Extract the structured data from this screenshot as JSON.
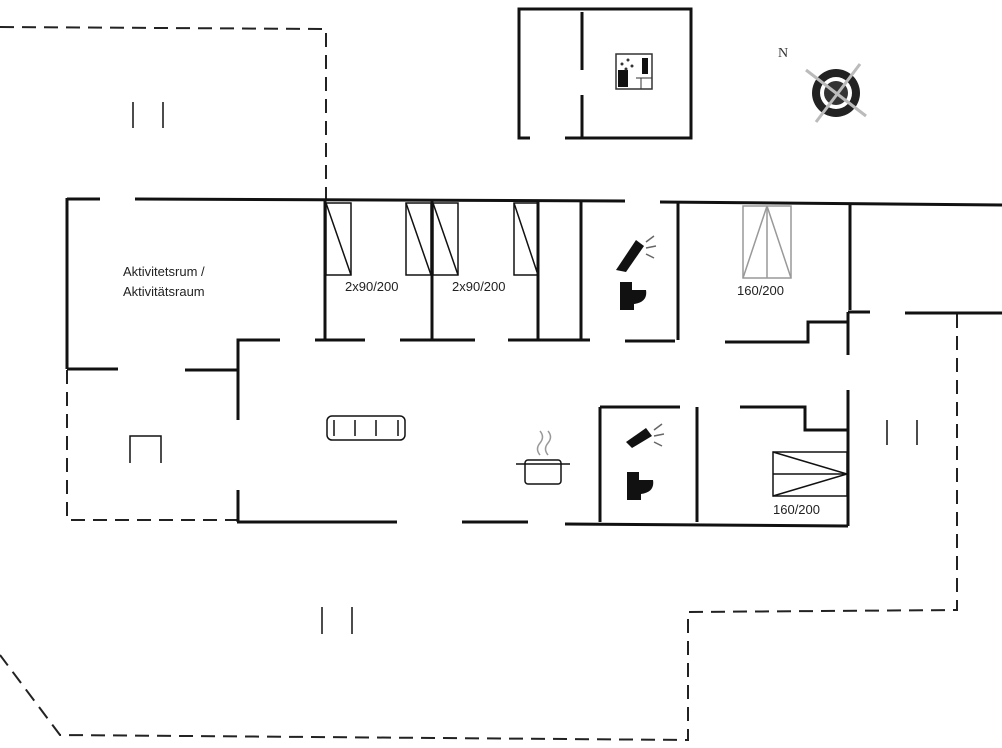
{
  "rooms": {
    "activity_room_line1": "Aktivitetsrum /",
    "activity_room_line2": "Aktivitätsraum",
    "bed1": "2x90/200",
    "bed2": "2x90/200",
    "bed3": "160/200",
    "bed4": "160/200"
  },
  "compass": {
    "north": "N"
  }
}
